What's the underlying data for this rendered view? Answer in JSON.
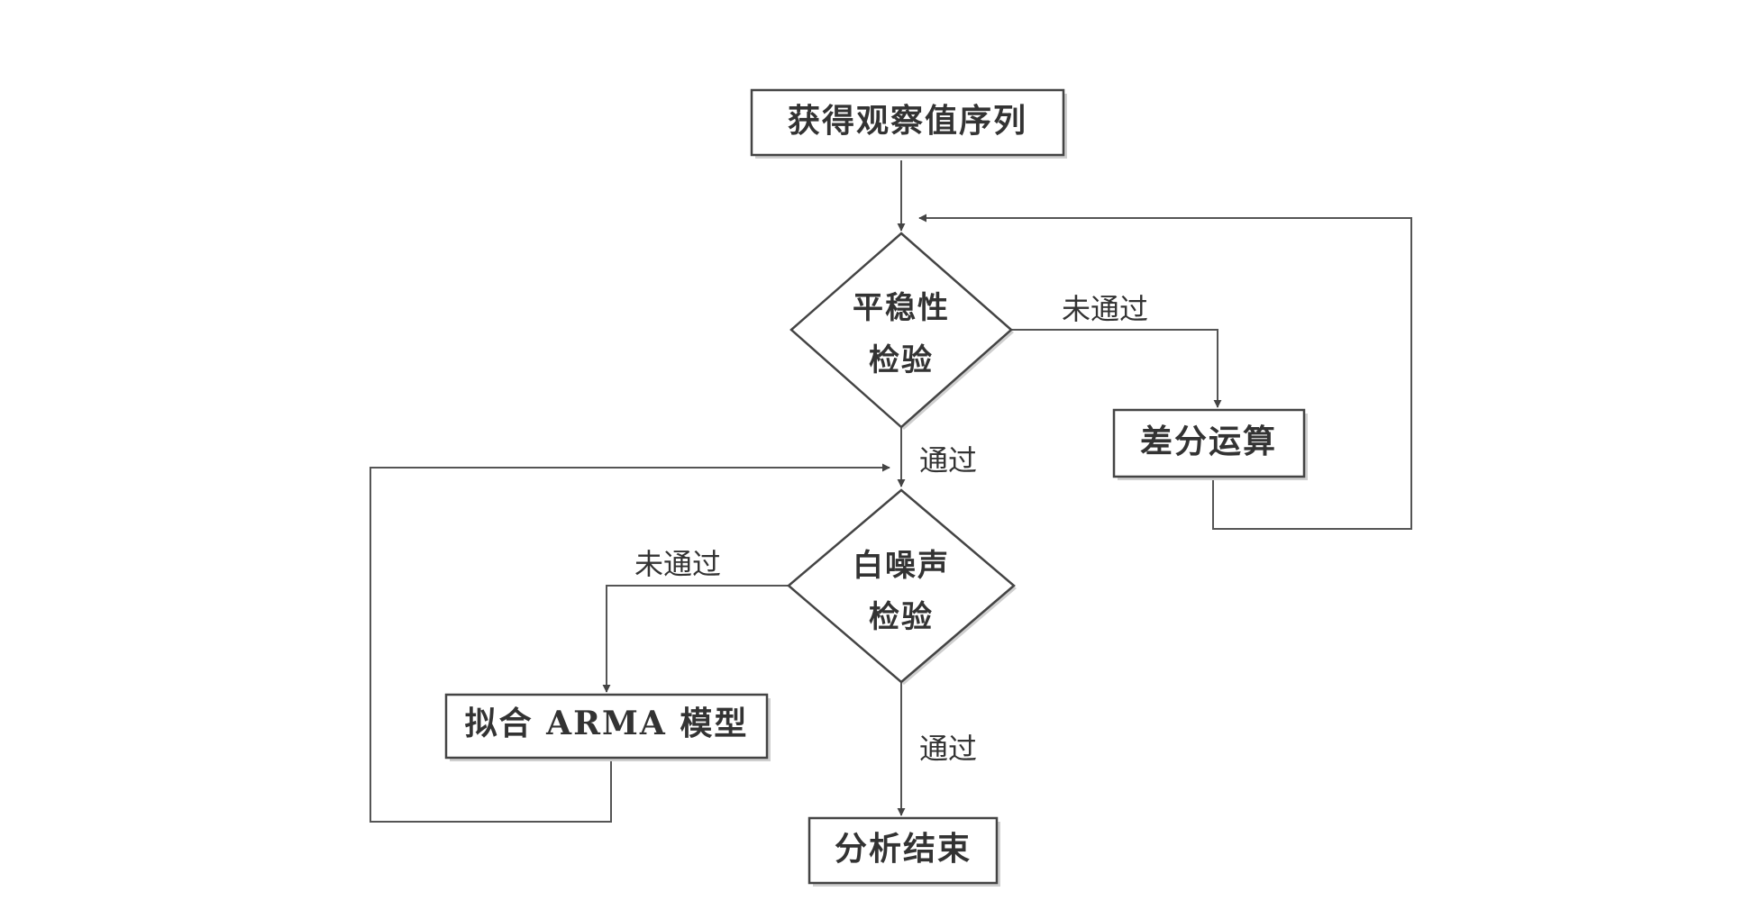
{
  "nodes": {
    "start": {
      "label": "获得观察值序列"
    },
    "stationarity": {
      "line1": "平稳性",
      "line2": "检验"
    },
    "difference": {
      "label": "差分运算"
    },
    "white_noise": {
      "line1": "白噪声",
      "line2": "检验"
    },
    "fit_model": {
      "label": "拟合 ARMA 模型"
    },
    "end": {
      "label": "分析结束"
    }
  },
  "edges": {
    "stationarity_fail": "未通过",
    "stationarity_pass": "通过",
    "white_noise_fail": "未通过",
    "white_noise_pass": "通过"
  }
}
